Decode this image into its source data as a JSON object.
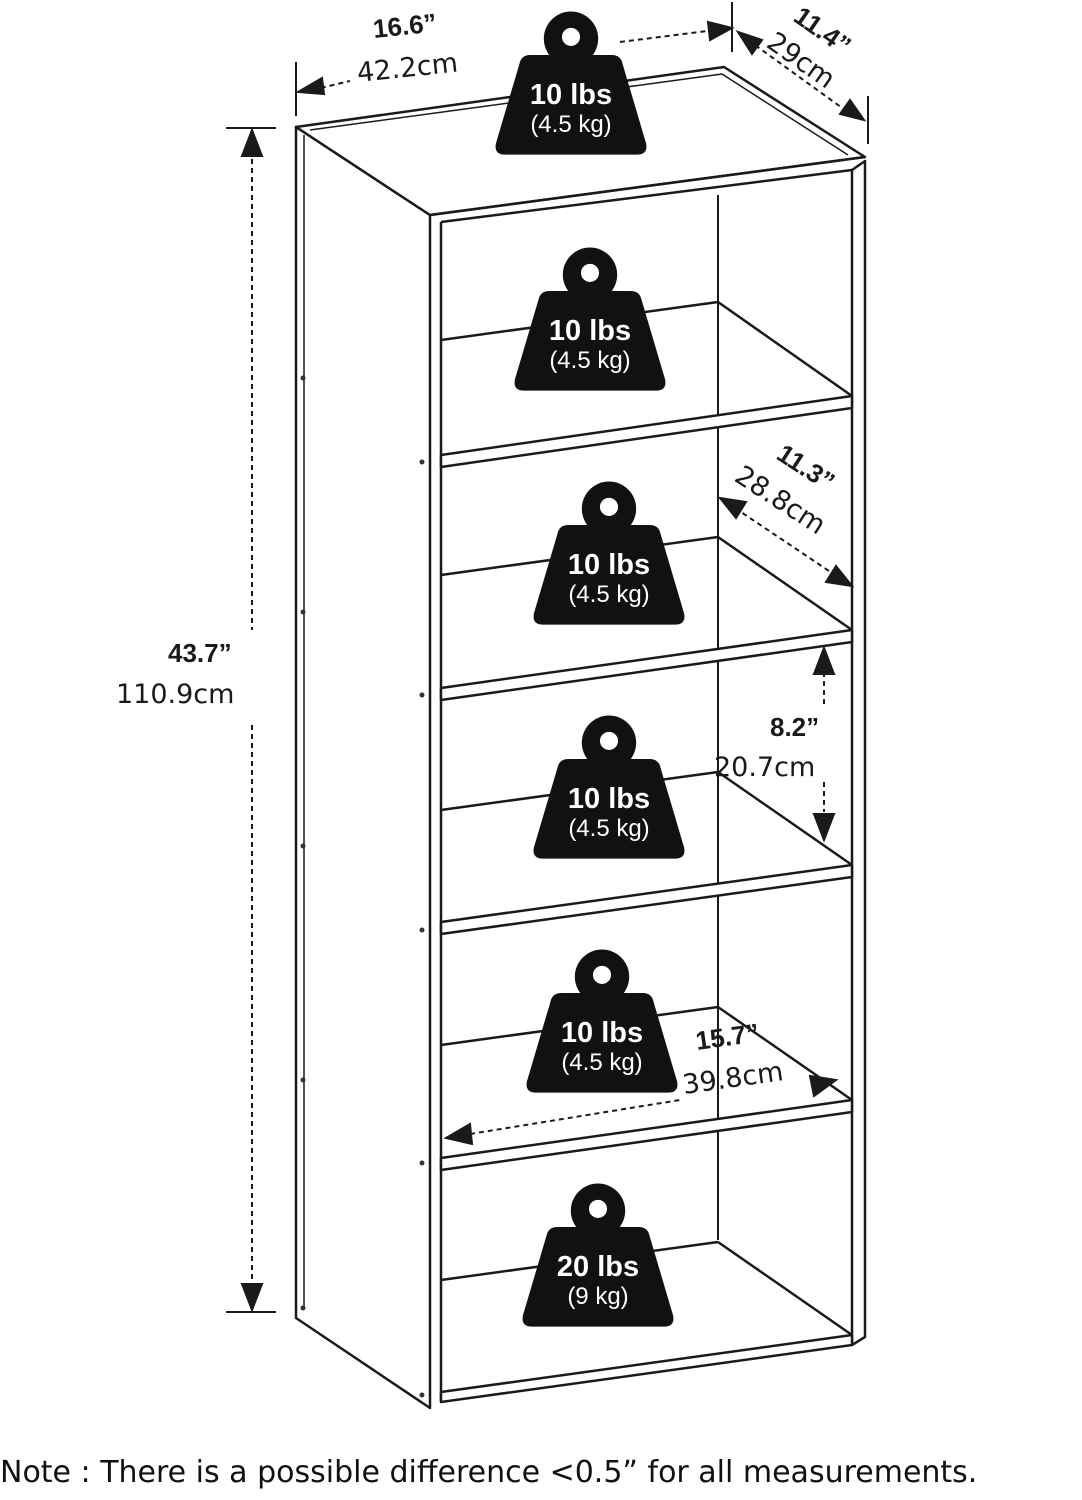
{
  "dimensions": {
    "width": {
      "in": "16.6”",
      "cm": "42.2cm"
    },
    "depth": {
      "in": "11.4”",
      "cm": "29cm"
    },
    "height": {
      "in": "43.7”",
      "cm": "110.9cm"
    },
    "shelf_depth": {
      "in": "11.3”",
      "cm": "28.8cm"
    },
    "shelf_height": {
      "in": "8.2”",
      "cm": "20.7cm"
    },
    "shelf_width": {
      "in": "15.7”",
      "cm": "39.8cm"
    }
  },
  "weights": [
    {
      "lbs": "10 lbs",
      "kg": "(4.5 kg)"
    },
    {
      "lbs": "10 lbs",
      "kg": "(4.5 kg)"
    },
    {
      "lbs": "10 lbs",
      "kg": "(4.5 kg)"
    },
    {
      "lbs": "10 lbs",
      "kg": "(4.5 kg)"
    },
    {
      "lbs": "10 lbs",
      "kg": "(4.5 kg)"
    },
    {
      "lbs": "20 lbs",
      "kg": "(9 kg)"
    }
  ],
  "note": "Note : There is a possible difference <0.5” for all measurements."
}
